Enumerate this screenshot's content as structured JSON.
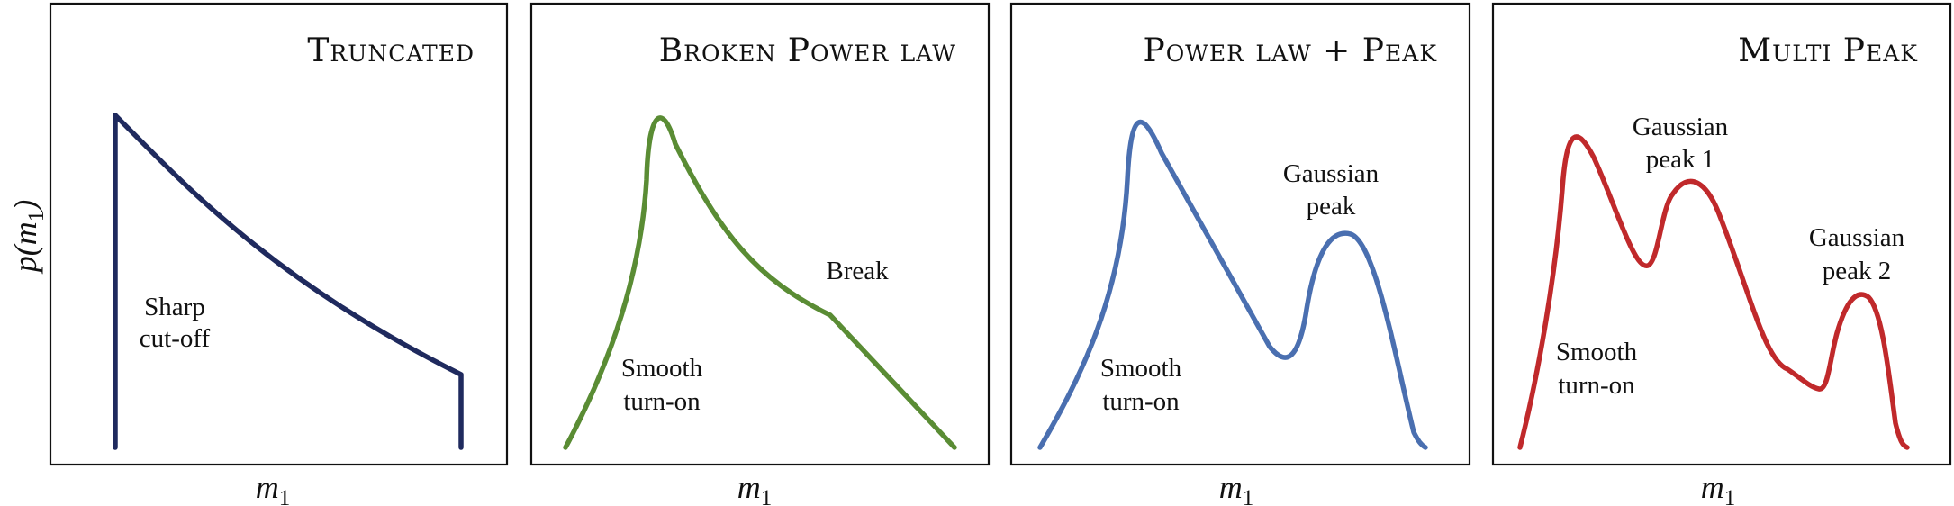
{
  "y_axis": {
    "label": "p(m",
    "sub": "1",
    "close": ")"
  },
  "panels": [
    {
      "title": "Truncated",
      "color": "#1f2a5e",
      "xlabel": {
        "main": "m",
        "sub": "1"
      },
      "annotations": [
        {
          "text": "Sharp"
        },
        {
          "text": "cut-off"
        }
      ]
    },
    {
      "title": "Broken Power law",
      "color": "#5a8c34",
      "xlabel": {
        "main": "m",
        "sub": "1"
      },
      "annotations": [
        {
          "text": "Break"
        },
        {
          "text": "Smooth"
        },
        {
          "text": "turn-on"
        }
      ]
    },
    {
      "title": "Power law + Peak",
      "color": "#4a6fb0",
      "xlabel": {
        "main": "m",
        "sub": "1"
      },
      "annotations": [
        {
          "text": "Gaussian"
        },
        {
          "text": "peak"
        },
        {
          "text": "Smooth"
        },
        {
          "text": "turn-on"
        }
      ]
    },
    {
      "title": "Multi Peak",
      "color": "#c0292b",
      "xlabel": {
        "main": "m",
        "sub": "1"
      },
      "annotations": [
        {
          "text": "Gaussian"
        },
        {
          "text": "peak 1"
        },
        {
          "text": "Gaussian"
        },
        {
          "text": "peak 2"
        },
        {
          "text": "Smooth"
        },
        {
          "text": "turn-on"
        }
      ]
    }
  ]
}
